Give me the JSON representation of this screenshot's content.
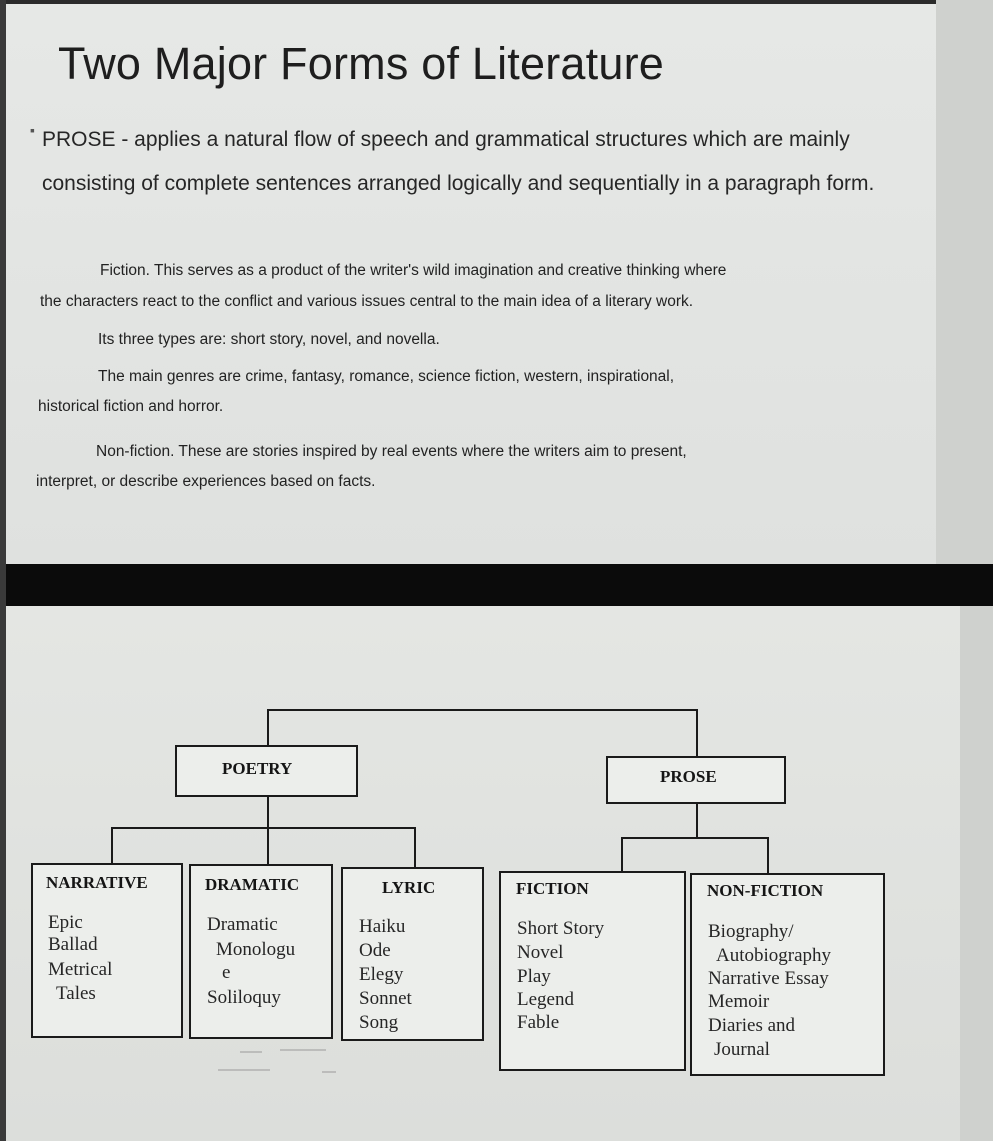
{
  "title": "Two Major Forms of Literature",
  "prose_paragraph": "PROSE - applies a natural flow of speech and grammatical structures which are mainly consisting of complete sentences arranged logically and sequentially in a paragraph form.",
  "fiction_line1": "Fiction. This serves as a product of the writer's wild imagination and creative thinking where",
  "fiction_line2": "the characters react to the conflict and various issues central to the main idea of a literary work.",
  "types_line": "Its three types are: short story, novel, and novella.",
  "genres_line1": "The main genres are crime, fantasy, romance, science fiction, western, inspirational,",
  "genres_line2": "historical fiction and horror.",
  "nonfiction_line1": "Non-fiction. These are stories inspired by real events where the writers aim to present,",
  "nonfiction_line2": "interpret, or describe experiences based on facts.",
  "diagram": {
    "poetry": "POETRY",
    "prose": "PROSE",
    "narrative": {
      "label": "NARRATIVE",
      "items": [
        "Epic",
        "Ballad",
        "Metrical",
        "Tales"
      ]
    },
    "dramatic": {
      "label": "DRAMATIC",
      "items": [
        "Dramatic",
        "Monologu",
        "e",
        "Soliloquy"
      ]
    },
    "lyric": {
      "label": "LYRIC",
      "items": [
        "Haiku",
        "Ode",
        "Elegy",
        "Sonnet",
        "Song"
      ]
    },
    "fiction": {
      "label": "FICTION",
      "items": [
        "Short Story",
        "Novel",
        "Play",
        "Legend",
        "Fable"
      ]
    },
    "nonfiction": {
      "label": "NON-FICTION",
      "items": [
        "Biography/",
        "Autobiography",
        "Narrative Essay",
        "Memoir",
        "Diaries and",
        "Journal"
      ]
    }
  }
}
